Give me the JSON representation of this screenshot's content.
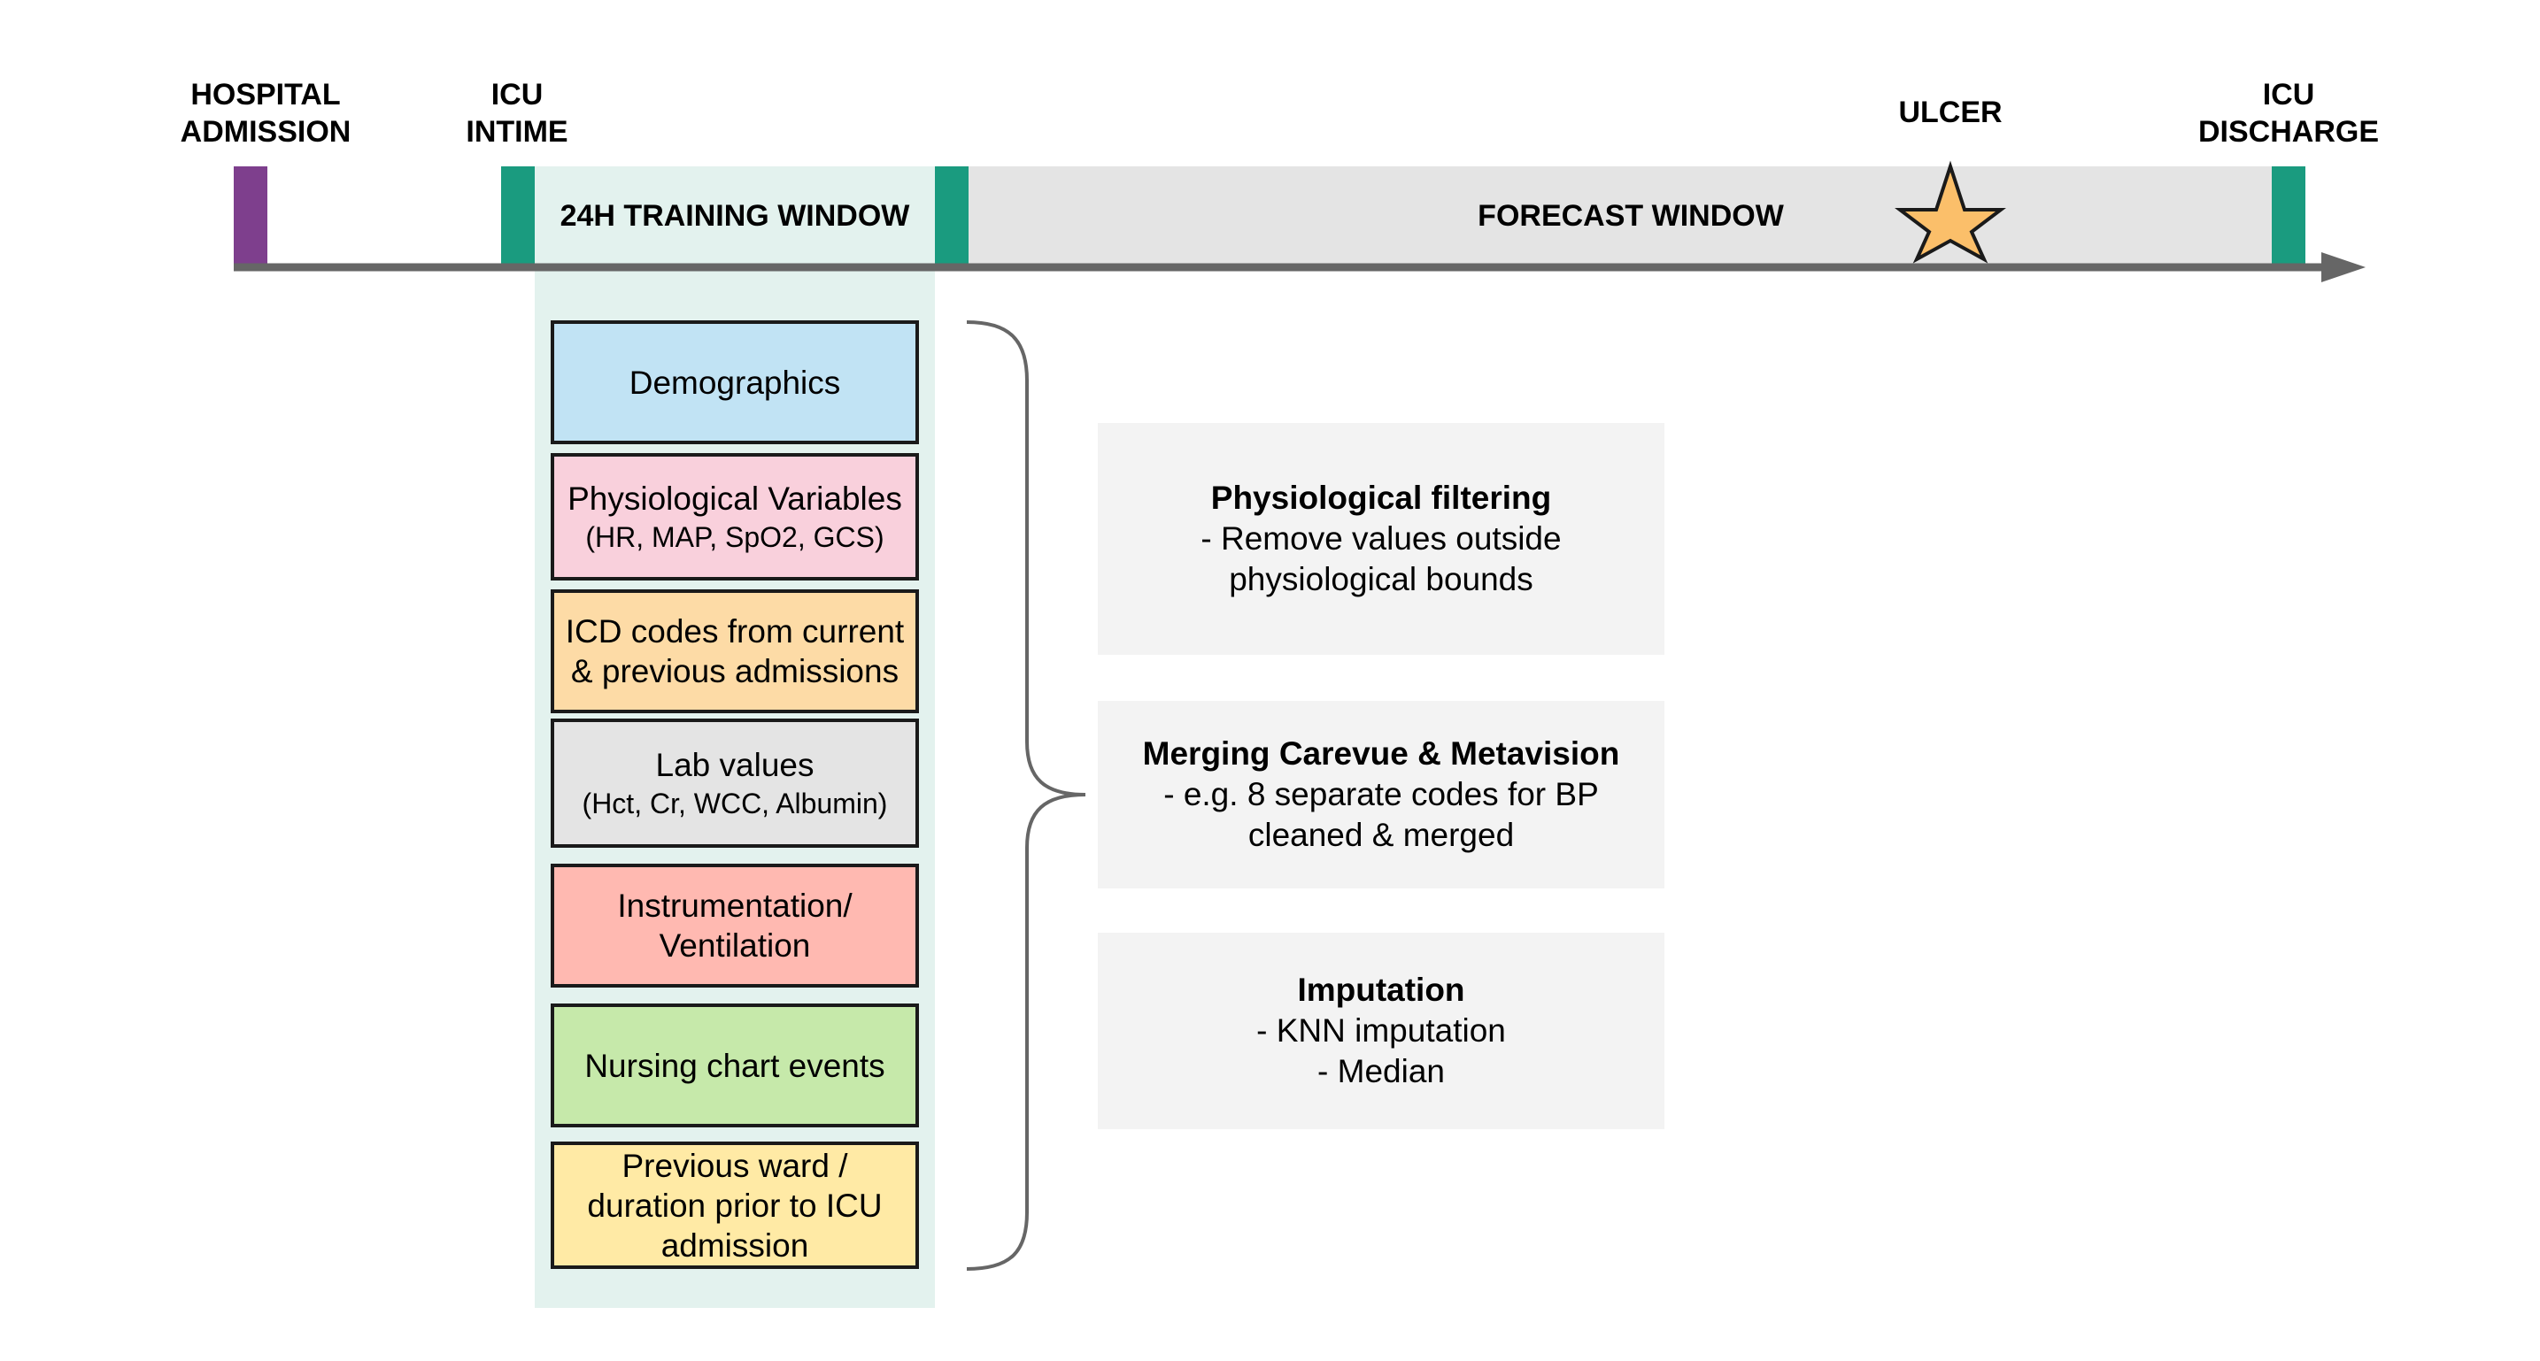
{
  "timeline": {
    "events": {
      "hospital_admission": "HOSPITAL\nADMISSION",
      "icu_intime": "ICU\nINTIME",
      "ulcer": "ULCER",
      "icu_discharge": "ICU\nDISCHARGE"
    },
    "training_window_label": "24H TRAINING WINDOW",
    "forecast_window_label": "FORECAST WINDOW"
  },
  "features": [
    {
      "title": "Demographics",
      "subtitle": "",
      "color": "#c1e3f4"
    },
    {
      "title": "Physiological Variables",
      "subtitle": "(HR, MAP, SpO2, GCS)",
      "color": "#f9d0dc"
    },
    {
      "title": "ICD codes from current\n& previous admissions",
      "subtitle": "",
      "color": "#fddba6"
    },
    {
      "title": "Lab values",
      "subtitle": "(Hct, Cr, WCC, Albumin)",
      "color": "#e4e4e4"
    },
    {
      "title": "Instrumentation/\nVentilation",
      "subtitle": "",
      "color": "#ffb9b1"
    },
    {
      "title": "Nursing chart events",
      "subtitle": "",
      "color": "#c6e9aa"
    },
    {
      "title": "Previous ward /\nduration prior to ICU\nadmission",
      "subtitle": "",
      "color": "#ffeaa5"
    }
  ],
  "processing": [
    {
      "title": "Physiological filtering",
      "lines": [
        "- Remove values outside",
        "physiological bounds"
      ]
    },
    {
      "title": "Merging Carevue & Metavision",
      "lines": [
        "- e.g. 8 separate codes for BP",
        "cleaned & merged"
      ]
    },
    {
      "title": "Imputation",
      "lines": [
        "- KNN imputation",
        "- Median"
      ]
    }
  ],
  "colors": {
    "admission_marker": "#7e3f8d",
    "icu_marker": "#1a9b7f",
    "training_window_bg": "#e3f2ee",
    "forecast_window_bg": "#e4e4e4",
    "timeline_axis": "#666666",
    "ulcer_star": "#fbbf6a",
    "processing_bg": "#f3f3f3"
  },
  "icons": {
    "ulcer_marker": "star-icon"
  }
}
